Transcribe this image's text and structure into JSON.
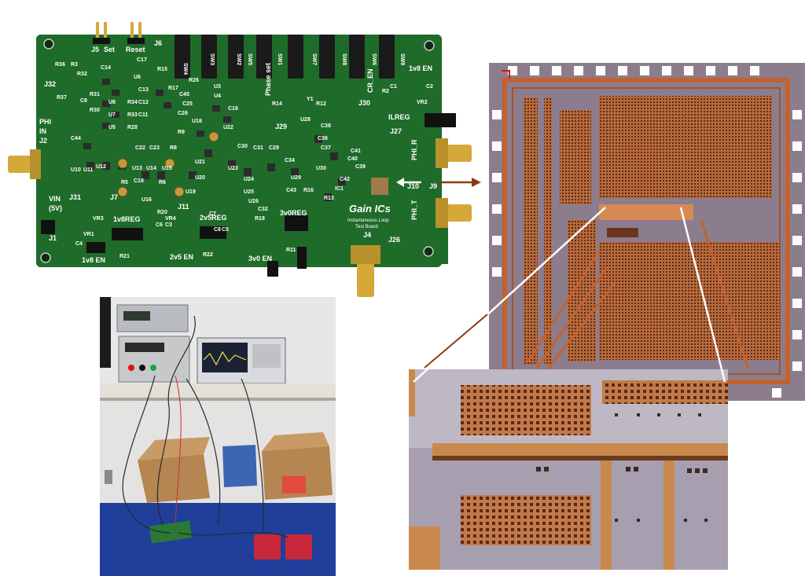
{
  "pcb": {
    "brand": "Gain ICs",
    "board_name_line1": "Instantaneous Loop",
    "board_name_line2": "Test Board",
    "header_j5": "J5",
    "label_set": "Set",
    "label_reset": "Reset",
    "label_j6": "J6",
    "label_phi_in": "PHI",
    "label_in": "IN",
    "label_j2": "J2",
    "label_vin": "VIN",
    "label_5v": "(5V)",
    "label_j1": "J1",
    "label_j31": "J31",
    "label_j32": "J32",
    "label_1v8reg": "1v8REG",
    "label_2v5reg": "2v5REG",
    "label_3v0reg": "3v0REG",
    "label_1v8en_bottom": "1v8 EN",
    "label_2v5en": "2v5 EN",
    "label_3v0en": "3v0 EN",
    "label_1v8en_top": "1v8 EN",
    "label_ilreg": "ILREG",
    "label_phi_r": "PHI_R",
    "label_phi_t": "PHI_T",
    "label_j4": "J4",
    "label_j7": "J7",
    "label_j10": "J10",
    "label_j11": "J11",
    "label_j26": "J26",
    "label_j27": "J27",
    "label_j29": "J29",
    "label_j30": "J30",
    "label_j9": "J9",
    "label_phase_set": "Phase set",
    "label_cr_en": "CR_EN",
    "switches": [
      "SW4",
      "SW3",
      "SW2",
      "SW5",
      "SW1",
      "SW7",
      "SW8",
      "SW6",
      "SW9"
    ],
    "refdes": [
      "R36",
      "R3",
      "R32",
      "R37",
      "R31",
      "C14",
      "U6",
      "C13",
      "U8",
      "R34",
      "C12",
      "U7",
      "R33",
      "C11",
      "U5",
      "R28",
      "C9",
      "R30",
      "C44",
      "C17",
      "R15",
      "R17",
      "C45",
      "R26",
      "U3",
      "U4",
      "C16",
      "U18",
      "U22",
      "C26",
      "C25",
      "C30",
      "C31",
      "C29",
      "U28",
      "C38",
      "R12",
      "Y1",
      "C36",
      "C37",
      "C41",
      "C40",
      "C39",
      "U30",
      "C42",
      "C43",
      "R16",
      "R13",
      "IC1",
      "R5",
      "R6",
      "R8",
      "R9",
      "C22",
      "C23",
      "C18",
      "U10",
      "U11",
      "U12",
      "U13",
      "U14",
      "U15",
      "U16",
      "U19",
      "U20",
      "U21",
      "U23",
      "U24",
      "U25",
      "U26",
      "U29",
      "C34",
      "C32",
      "C7",
      "C8",
      "C5",
      "C6",
      "C3",
      "C4",
      "VR1",
      "VR2",
      "VR3",
      "VR4",
      "R18",
      "R20",
      "R21",
      "R22",
      "R11",
      "R14",
      "R2",
      "C1",
      "C2"
    ]
  },
  "lab": {
    "image_role": "bench-photo"
  },
  "die": {
    "image_role": "ic-layout"
  },
  "zoom": {
    "image_role": "ic-layout-zoom"
  },
  "colors": {
    "pcb_green": "#1f6b2a",
    "silkscreen": "#ffffff",
    "gold": "#d4a93a",
    "die_copper": "#c2622f",
    "die_bg": "#8c7d8e",
    "arrow_brown": "#8b3a14",
    "callout_line": "#ffffff"
  }
}
